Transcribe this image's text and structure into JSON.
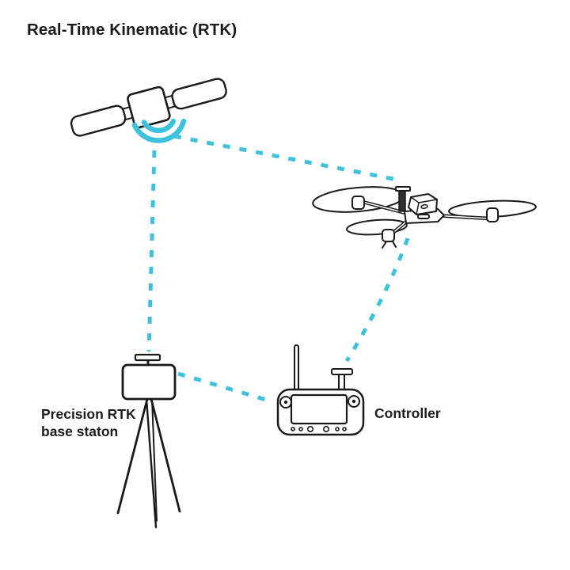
{
  "title": "Real-Time Kinematic (RTK)",
  "labels": {
    "base_station_line1": "Precision RTK",
    "base_station_line2": "base staton",
    "controller": "Controller"
  },
  "nodes": [
    {
      "id": "satellite",
      "icon": "satellite-icon"
    },
    {
      "id": "drone",
      "icon": "drone-icon"
    },
    {
      "id": "base-station",
      "icon": "base-station-icon",
      "label": "Precision RTK base staton"
    },
    {
      "id": "controller",
      "icon": "controller-icon",
      "label": "Controller"
    }
  ],
  "links": [
    {
      "from": "satellite",
      "to": "drone",
      "style": "dashed"
    },
    {
      "from": "satellite",
      "to": "base-station",
      "style": "dashed"
    },
    {
      "from": "drone",
      "to": "controller",
      "style": "dashed"
    },
    {
      "from": "base-station",
      "to": "controller",
      "style": "dashed"
    }
  ],
  "colors": {
    "signal": "#3EC1DC",
    "line": "#1A1A1A",
    "background": "#FFFFFF",
    "text": "#1B1B1B"
  }
}
